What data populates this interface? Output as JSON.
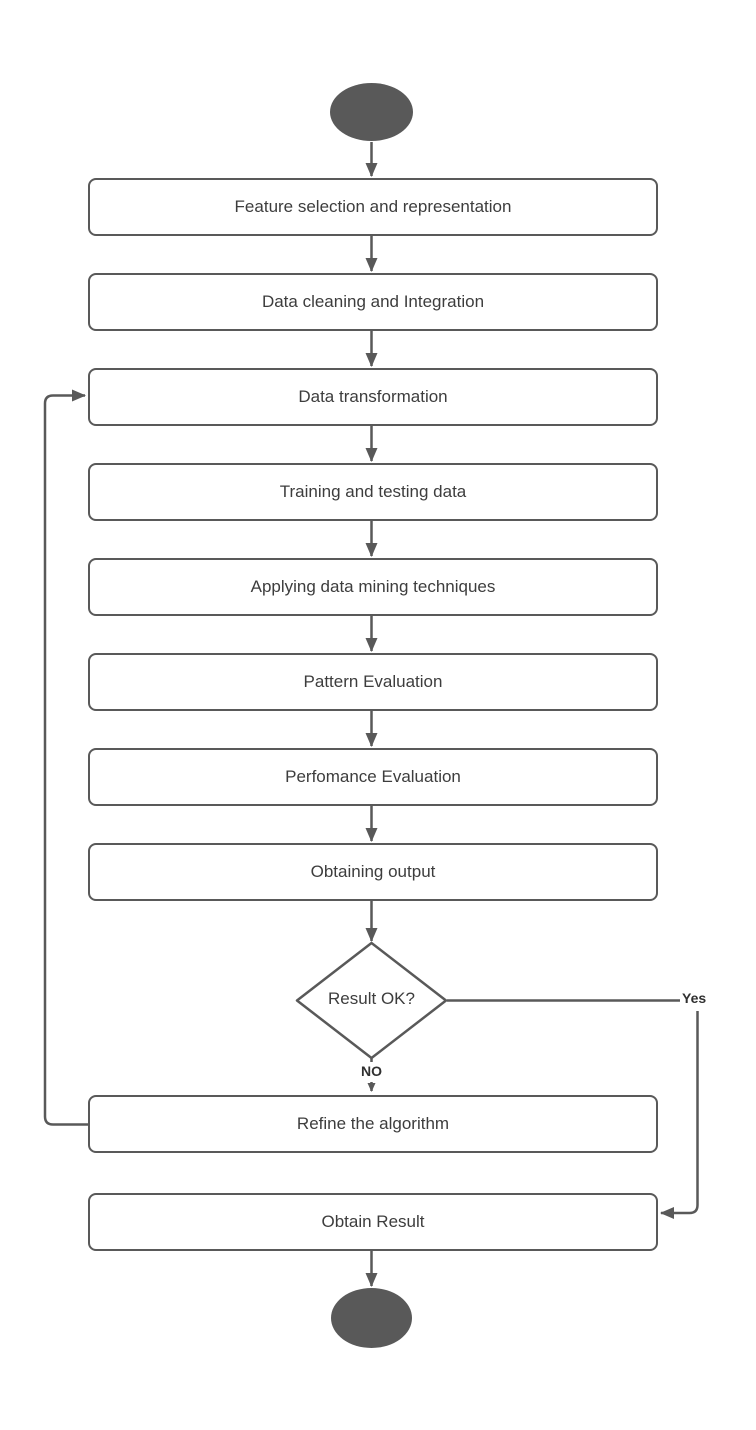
{
  "diagram": {
    "type": "flowchart",
    "background_color": "#ffffff",
    "line_color": "#595959",
    "process_fill": "#ffffff",
    "terminator_fill": "#595959",
    "text_color": "#3d3d3d",
    "nodes": {
      "start": {
        "type": "terminator",
        "label": ""
      },
      "steps": [
        {
          "id": "feature-selection",
          "type": "process",
          "label": "Feature selection and representation"
        },
        {
          "id": "data-cleaning",
          "type": "process",
          "label": "Data cleaning and Integration"
        },
        {
          "id": "data-transformation",
          "type": "process",
          "label": "Data transformation"
        },
        {
          "id": "training-testing",
          "type": "process",
          "label": "Training and testing data"
        },
        {
          "id": "applying-techniques",
          "type": "process",
          "label": "Applying data mining techniques"
        },
        {
          "id": "pattern-evaluation",
          "type": "process",
          "label": "Pattern Evaluation"
        },
        {
          "id": "performance-evaluation",
          "type": "process",
          "label": "Perfomance Evaluation"
        },
        {
          "id": "obtaining-output",
          "type": "process",
          "label": "Obtaining output"
        }
      ],
      "decision": {
        "id": "result-ok",
        "type": "decision",
        "label": "Result OK?"
      },
      "refine": {
        "id": "refine-algorithm",
        "type": "process",
        "label": "Refine the algorithm"
      },
      "obtain": {
        "id": "obtain-result",
        "type": "process",
        "label": "Obtain Result"
      },
      "end": {
        "type": "terminator",
        "label": ""
      }
    },
    "edge_labels": {
      "yes": "Yes",
      "no": "NO"
    },
    "edges": [
      "start -> feature-selection",
      "feature-selection -> data-cleaning",
      "data-cleaning -> data-transformation",
      "data-transformation -> training-testing",
      "training-testing -> applying-techniques",
      "applying-techniques -> pattern-evaluation",
      "pattern-evaluation -> performance-evaluation",
      "performance-evaluation -> obtaining-output",
      "obtaining-output -> result-ok",
      "result-ok -NO-> refine-algorithm",
      "result-ok -Yes-> obtain-result",
      "refine-algorithm -> data-transformation",
      "obtain-result -> end"
    ]
  }
}
